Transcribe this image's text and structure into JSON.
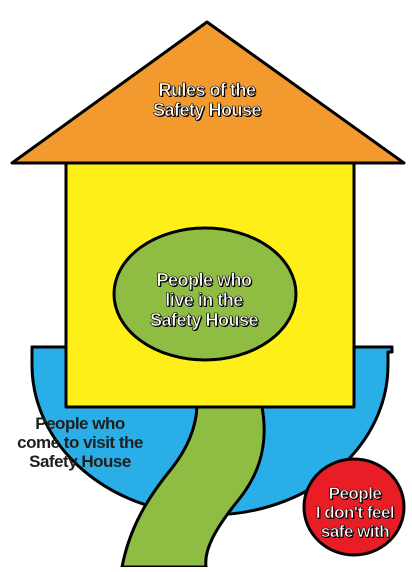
{
  "diagram": {
    "roof_label": "Rules of the\nSafety House",
    "inside_label": "People who\nlive in the\nSafety House",
    "visitors_label": "People who\ncome to visit the\nSafety House",
    "unsafe_label": "People\nI don't feel\nsafe with"
  },
  "colors": {
    "roof": "#f39a2e",
    "house": "#ffef19",
    "inner_ellipse": "#8fbd43",
    "visitor_bowl": "#2aaee8",
    "path": "#8fbd43",
    "unsafe_circle": "#e81d25",
    "outline": "#000000"
  }
}
